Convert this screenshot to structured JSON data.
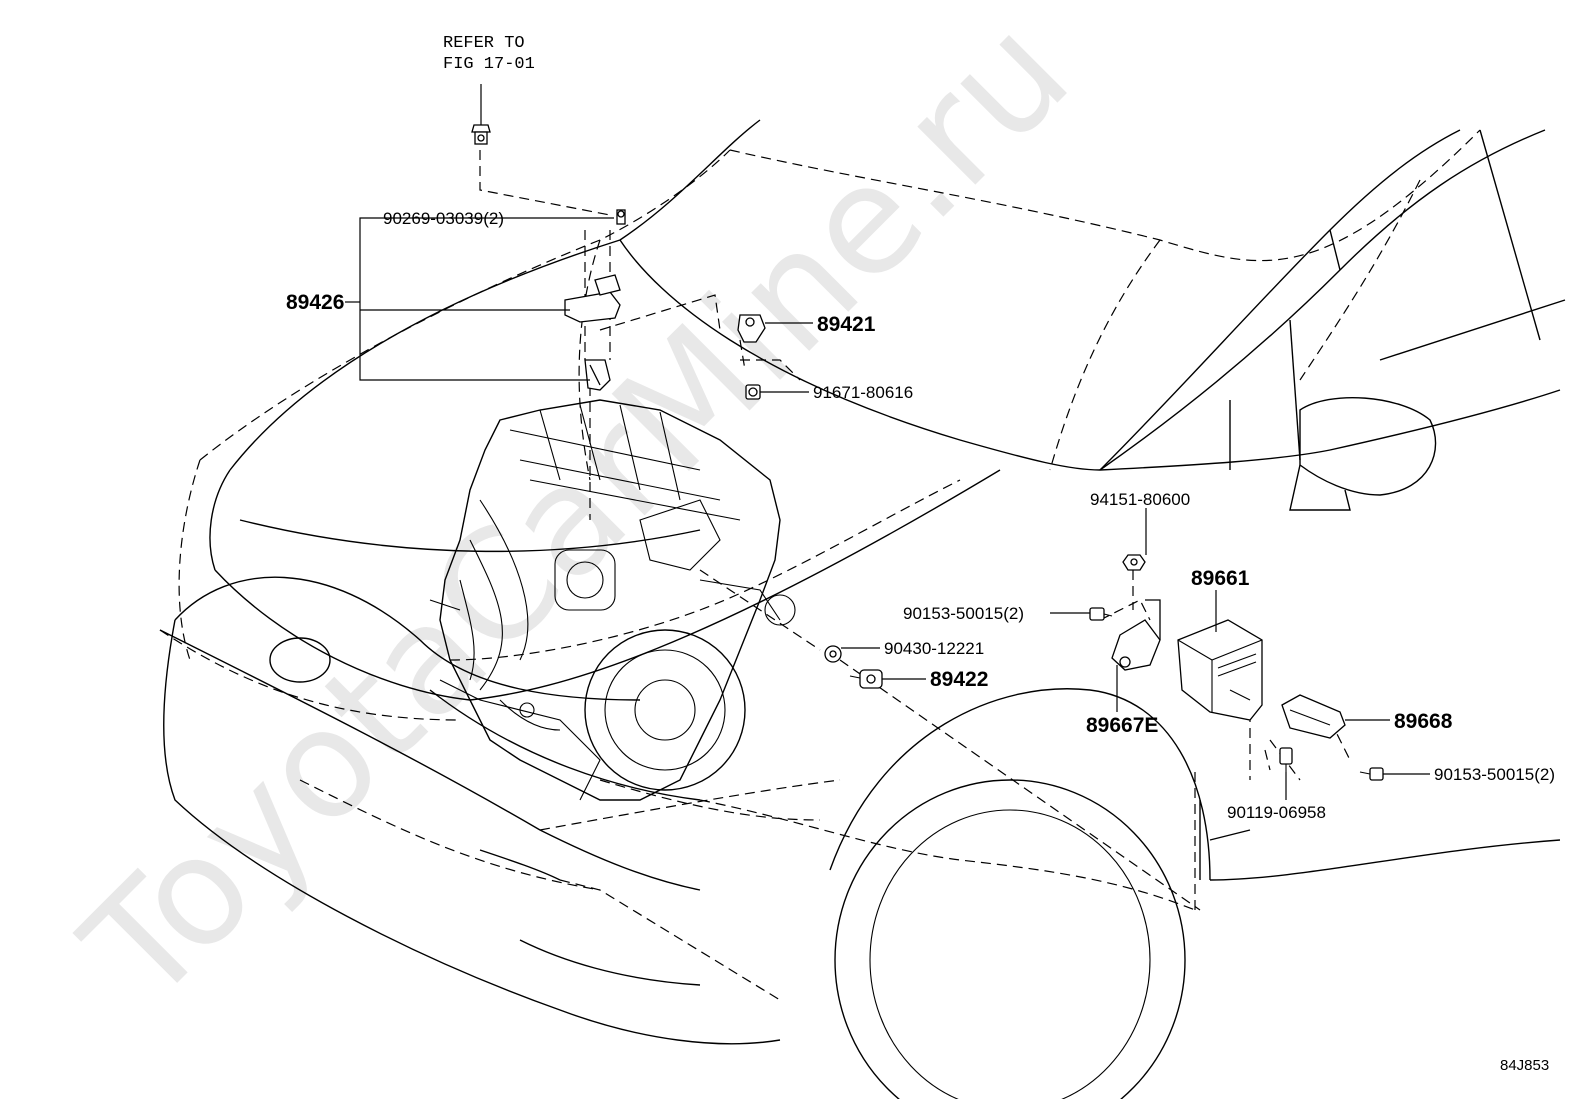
{
  "watermark": "ToyotaCarMine.ru",
  "diagram_id": "84J853",
  "reference_note": {
    "line1": "REFER TO",
    "line2": "FIG 17-01"
  },
  "parts": {
    "p89426": "89426",
    "p90269": "90269-03039(2)",
    "p89421": "89421",
    "p91671": "91671-80616",
    "p94151": "94151-80600",
    "p89661": "89661",
    "p90153a": "90153-50015(2)",
    "p90430": "90430-12221",
    "p89422": "89422",
    "p89667e": "89667E",
    "p89668": "89668",
    "p90153b": "90153-50015(2)",
    "p90119": "90119-06958"
  }
}
